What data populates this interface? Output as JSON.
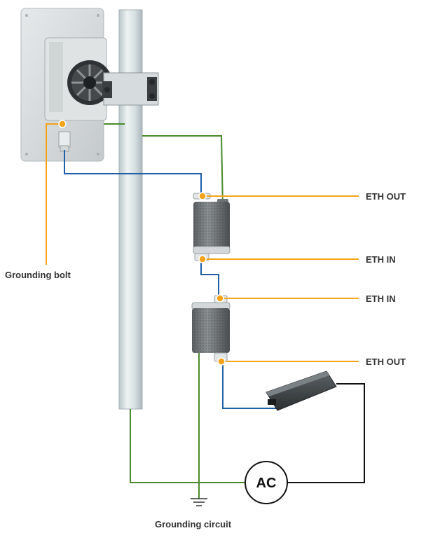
{
  "labels": {
    "eth_out_top": "ETH OUT",
    "eth_in_top": "ETH IN",
    "eth_in_bottom": "ETH IN",
    "eth_out_bottom": "ETH OUT",
    "grounding_bolt": "Grounding bolt",
    "grounding_circuit": "Grounding circuit",
    "ac": "AC"
  },
  "colors": {
    "ground_wire": "#4a8a2a",
    "ethernet_cable": "#1f5fa8",
    "callout_line": "#f5a31a",
    "power_cable": "#111111",
    "pole": "#d9e3e5"
  }
}
